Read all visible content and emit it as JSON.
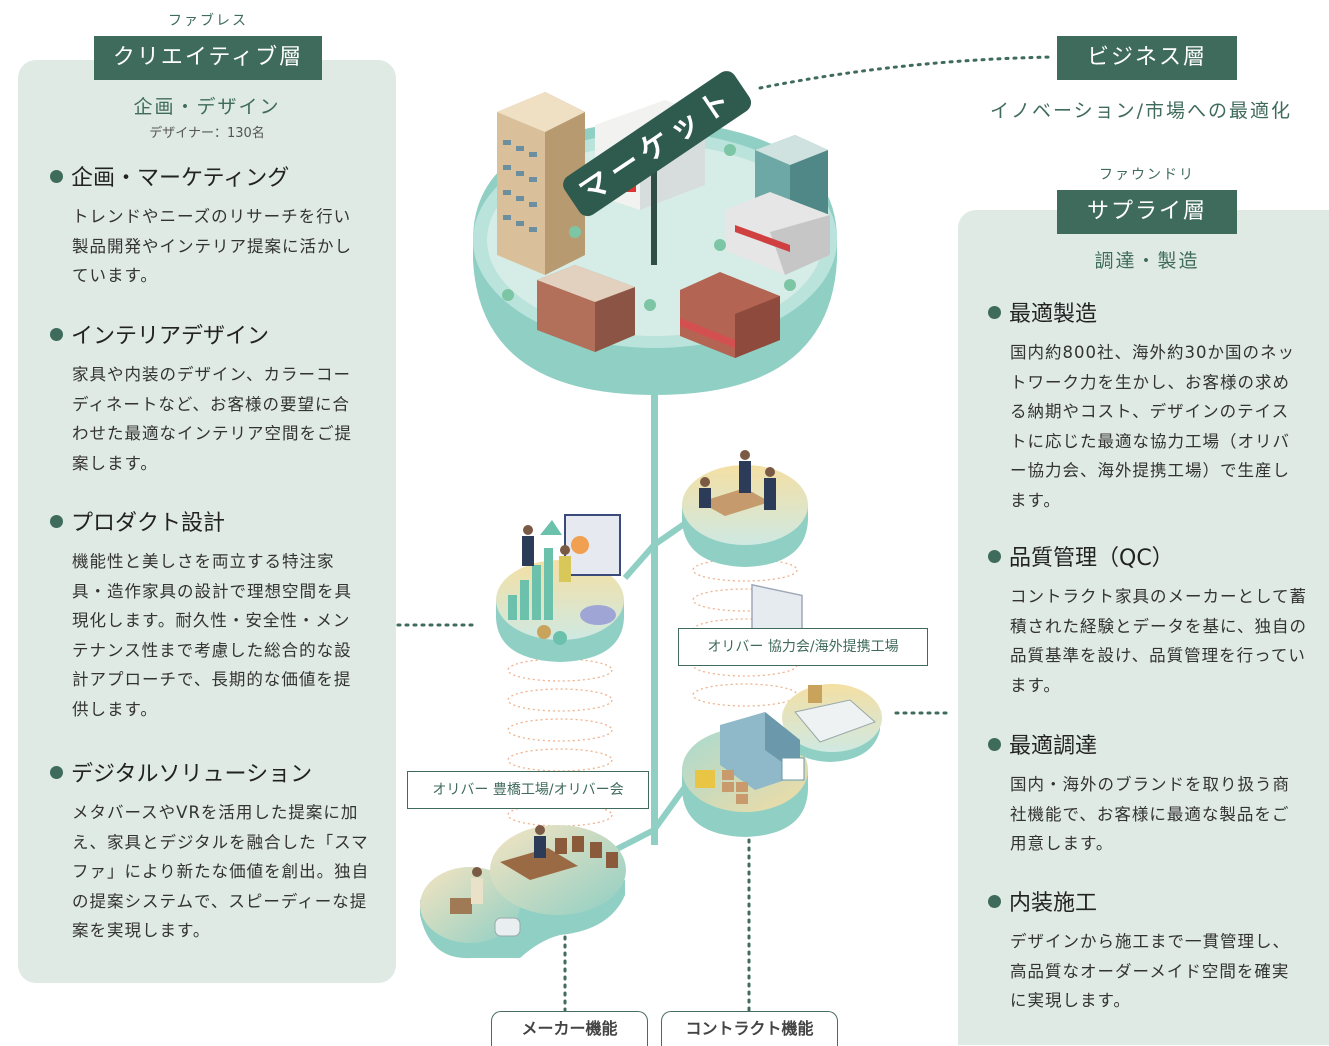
{
  "creative": {
    "top_label": "ファブレス",
    "badge": "クリエイティブ層",
    "subtitle": "企画・デザイン",
    "designers": "デザイナー：130名",
    "sections": [
      {
        "title": "企画・マーケティング",
        "body": "トレンドやニーズのリサーチを行い製品開発やインテリア提案に活かしています。"
      },
      {
        "title": "インテリアデザイン",
        "body": "家具や内装のデザイン、カラーコーディネートなど、お客様の要望に合わせた最適なインテリア空間をご提案します。"
      },
      {
        "title": "プロダクト設計",
        "body": "機能性と美しさを両立する特注家具・造作家具の設計で理想空間を具現化します。耐久性・安全性・メンテナンス性まで考慮した総合的な設計アプローチで、長期的な価値を提供します。"
      },
      {
        "title": "デジタルソリューション",
        "body": "メタバースやVRを活用した提案に加え、家具とデジタルを融合した「スマファ」により新たな価値を創出。独自の提案システムで、スピーディーな提案を実現します。"
      }
    ]
  },
  "business": {
    "badge": "ビジネス層",
    "subtitle": "イノベーション/市場への最適化"
  },
  "supply": {
    "top_label": "ファウンドリ",
    "badge": "サプライ層",
    "subtitle": "調達・製造",
    "sections": [
      {
        "title": "最適製造",
        "body": "国内約800社、海外約30か国のネットワーク力を生かし、お客様の求める納期やコスト、デザインのテイストに応じた最適な協力工場（オリバー協力会、海外提携工場）で生産します。"
      },
      {
        "title": "品質管理（QC）",
        "body": "コントラクト家具のメーカーとして蓄積された経験とデータを基に、独自の品質基準を設け、品質管理を行っています。"
      },
      {
        "title": "最適調達",
        "body": "国内・海外のブランドを取り扱う商社機能で、お客様に最適な製品をご用意します。"
      },
      {
        "title": "内装施工",
        "body": "デザインから施工まで一貫管理し、高品質なオーダーメイド空間を確実に実現します。"
      }
    ]
  },
  "center": {
    "market_sign": "マーケット",
    "label_partner": "オリバー 協力会/海外提携工場",
    "label_factory": "オリバー 豊橋工場/オリバー会",
    "func_maker": "メーカー機能",
    "func_contract": "コントラクト機能"
  },
  "colors": {
    "accent": "#3f6b5c",
    "panel": "#dfeae5",
    "teal": "#8fcfc4"
  }
}
